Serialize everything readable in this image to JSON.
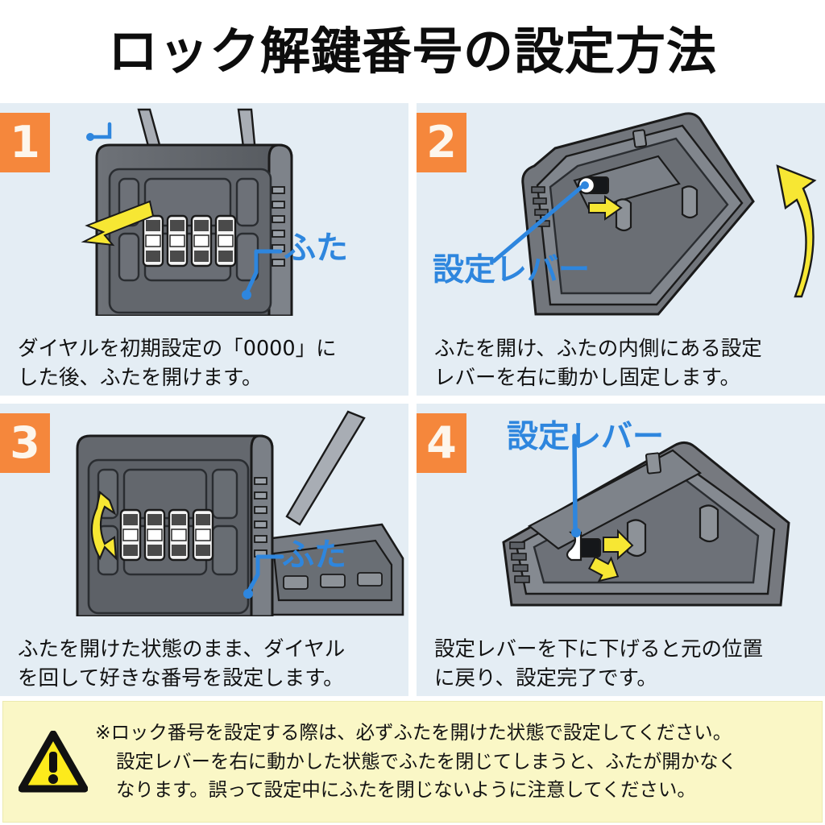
{
  "title": "ロック解鍵番号の設定方法",
  "colors": {
    "badge_orange": "#F5873C",
    "badge_number": "#FDF6EC",
    "panel_background": "#E4EDF4",
    "annotation_blue": "#2E86DE",
    "arrow_yellow": "#F7E733",
    "warning_background": "#FAF7C6",
    "body_dark_gray": "#5A5E63",
    "outline_black": "#1A1A1A"
  },
  "panels": [
    {
      "number": "1",
      "annotations": [
        {
          "id": "lid",
          "label": "ふた",
          "icon": "leader-line-callout"
        }
      ],
      "arrows": [
        {
          "id": "dial-pointer",
          "icon": "arrow-left-yellow"
        }
      ],
      "illustration": "closed-key-lock-box-with-four-dials",
      "dial_count": 4,
      "caption_lines": [
        "ダイヤルを初期設定の「0000」に",
        "した後、ふたを開けます。"
      ]
    },
    {
      "number": "2",
      "annotations": [
        {
          "id": "setting-lever",
          "label": "設定レバー",
          "icon": "leader-line-callout"
        }
      ],
      "arrows": [
        {
          "id": "lever-right",
          "icon": "arrow-right-yellow"
        },
        {
          "id": "lid-open-swing",
          "icon": "curved-arrow-up-yellow"
        }
      ],
      "illustration": "opened-lid-inner-side-with-setting-lever",
      "caption_lines": [
        "ふたを開け、ふたの内側にある設定",
        "レバーを右に動かし固定します。"
      ]
    },
    {
      "number": "3",
      "annotations": [
        {
          "id": "lid",
          "label": "ふた",
          "icon": "leader-line-callout"
        }
      ],
      "arrows": [
        {
          "id": "dial-rotate",
          "icon": "curved-double-arrow-yellow"
        }
      ],
      "illustration": "open-box-dials-being-rotated",
      "dial_count": 4,
      "caption_lines": [
        "ふたを開けた状態のまま、ダイヤル",
        "を回して好きな番号を設定します。"
      ]
    },
    {
      "number": "4",
      "annotations": [
        {
          "id": "setting-lever",
          "label": "設定レバー",
          "icon": "leader-line-callout"
        }
      ],
      "arrows": [
        {
          "id": "lever-down-a",
          "icon": "arrow-down-right-yellow"
        },
        {
          "id": "lever-down-b",
          "icon": "arrow-down-left-yellow"
        }
      ],
      "illustration": "lid-inner-side-lever-returned-down",
      "caption_lines": [
        "設定レバーを下に下げると元の位置",
        "に戻り、設定完了です。"
      ]
    }
  ],
  "warning": {
    "icon": "warning-triangle-icon",
    "lines": [
      "※ロック番号を設定する際は、必ずふたを開けた状態で設定してください。",
      "設定レバーを右に動かした状態でふたを閉じてしまうと、ふたが開かなく",
      "なります。誤って設定中にふたを閉じないように注意してください。"
    ]
  }
}
